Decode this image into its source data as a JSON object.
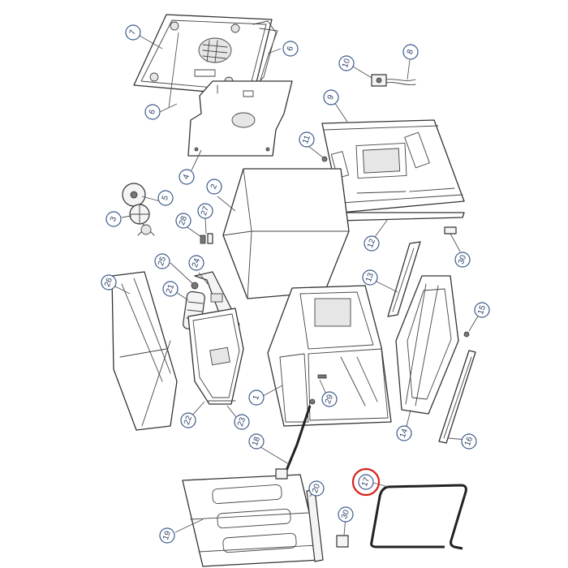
{
  "diagram": {
    "type": "exploded-parts-diagram",
    "callouts": [
      "1",
      "2",
      "3",
      "4",
      "5",
      "6",
      "6",
      "7",
      "8",
      "9",
      "10",
      "11",
      "12",
      "13",
      "14",
      "15",
      "16",
      "17",
      "18",
      "19",
      "20",
      "21",
      "22",
      "23",
      "24",
      "25",
      "26",
      "27",
      "28",
      "29",
      "30",
      "30"
    ],
    "highlighted_callout": "17",
    "colors": {
      "line": "#333333",
      "callout_border": "#3d5a8a",
      "callout_text": "#2b3d66",
      "highlight": "#d9221c"
    }
  }
}
